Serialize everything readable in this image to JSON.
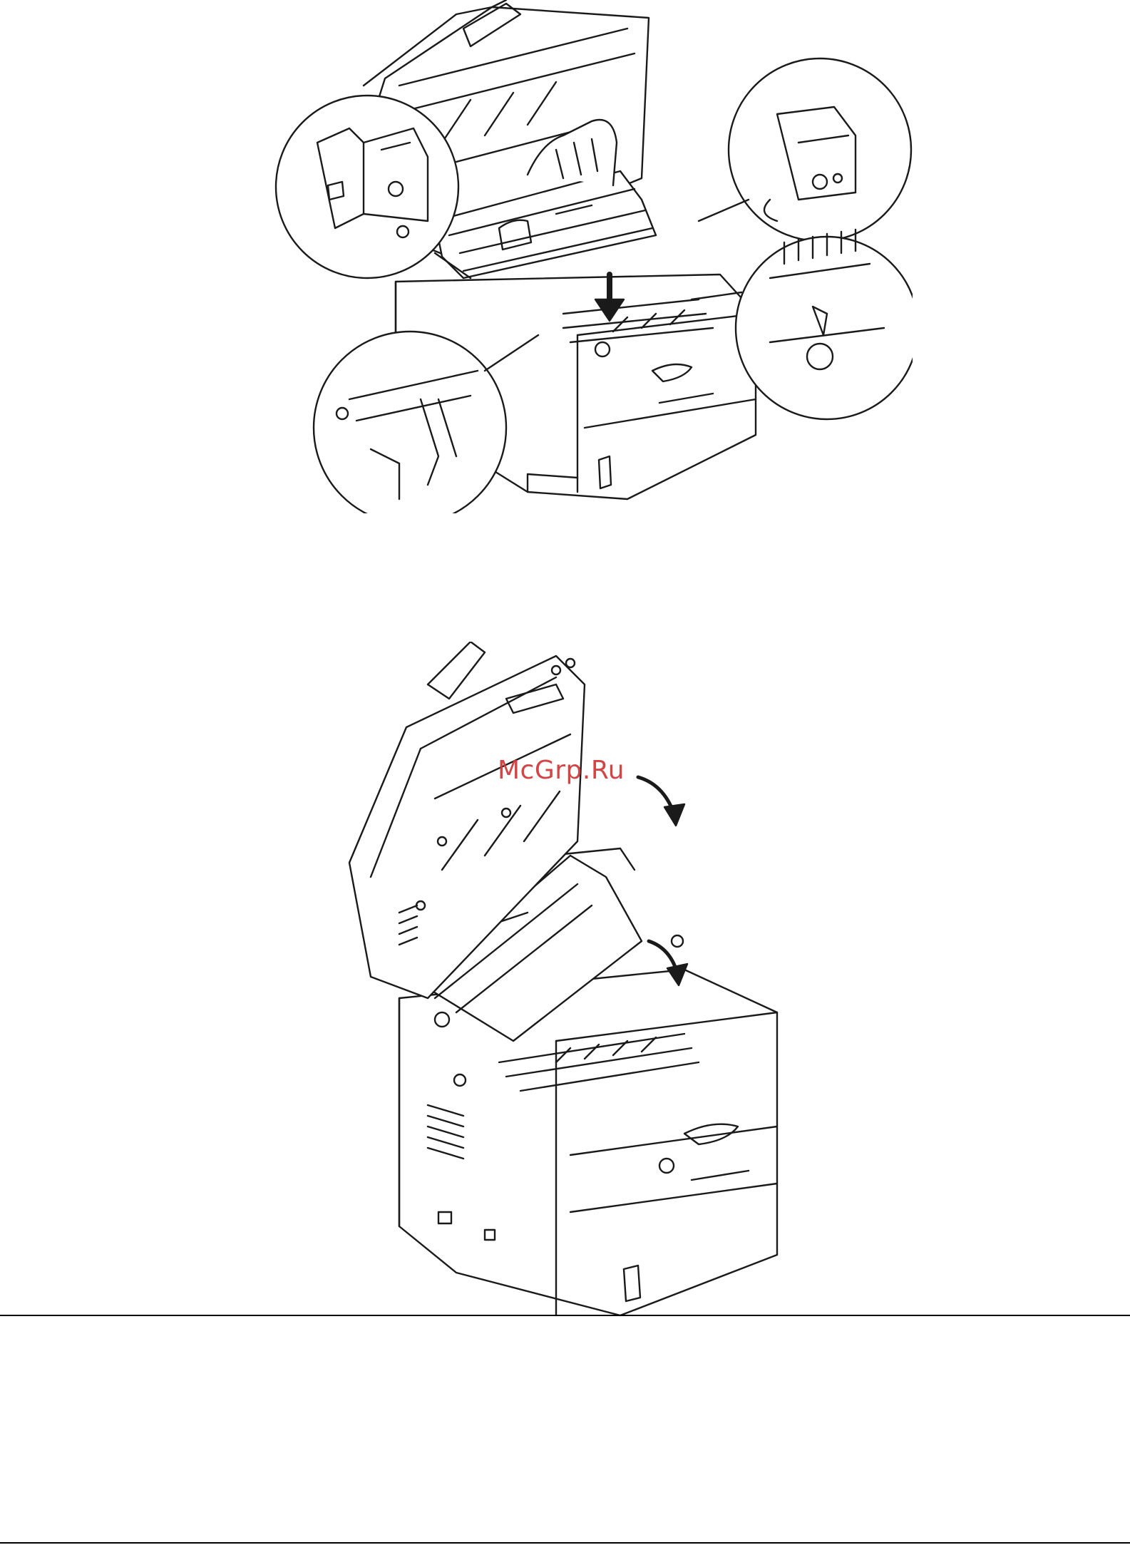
{
  "figures": [
    {
      "id": "figure-1",
      "subject": "printer-open-cover-image-drum-insertion",
      "callouts": 4
    },
    {
      "id": "figure-2",
      "subject": "printer-closing-scanner-and-top-cover",
      "callouts": 0
    }
  ],
  "watermark": {
    "text": "McGrp.Ru",
    "color": "#d23a3a"
  },
  "colors": {
    "ink": "#1a1a1a",
    "paper": "#ffffff",
    "rule": "#000000"
  }
}
